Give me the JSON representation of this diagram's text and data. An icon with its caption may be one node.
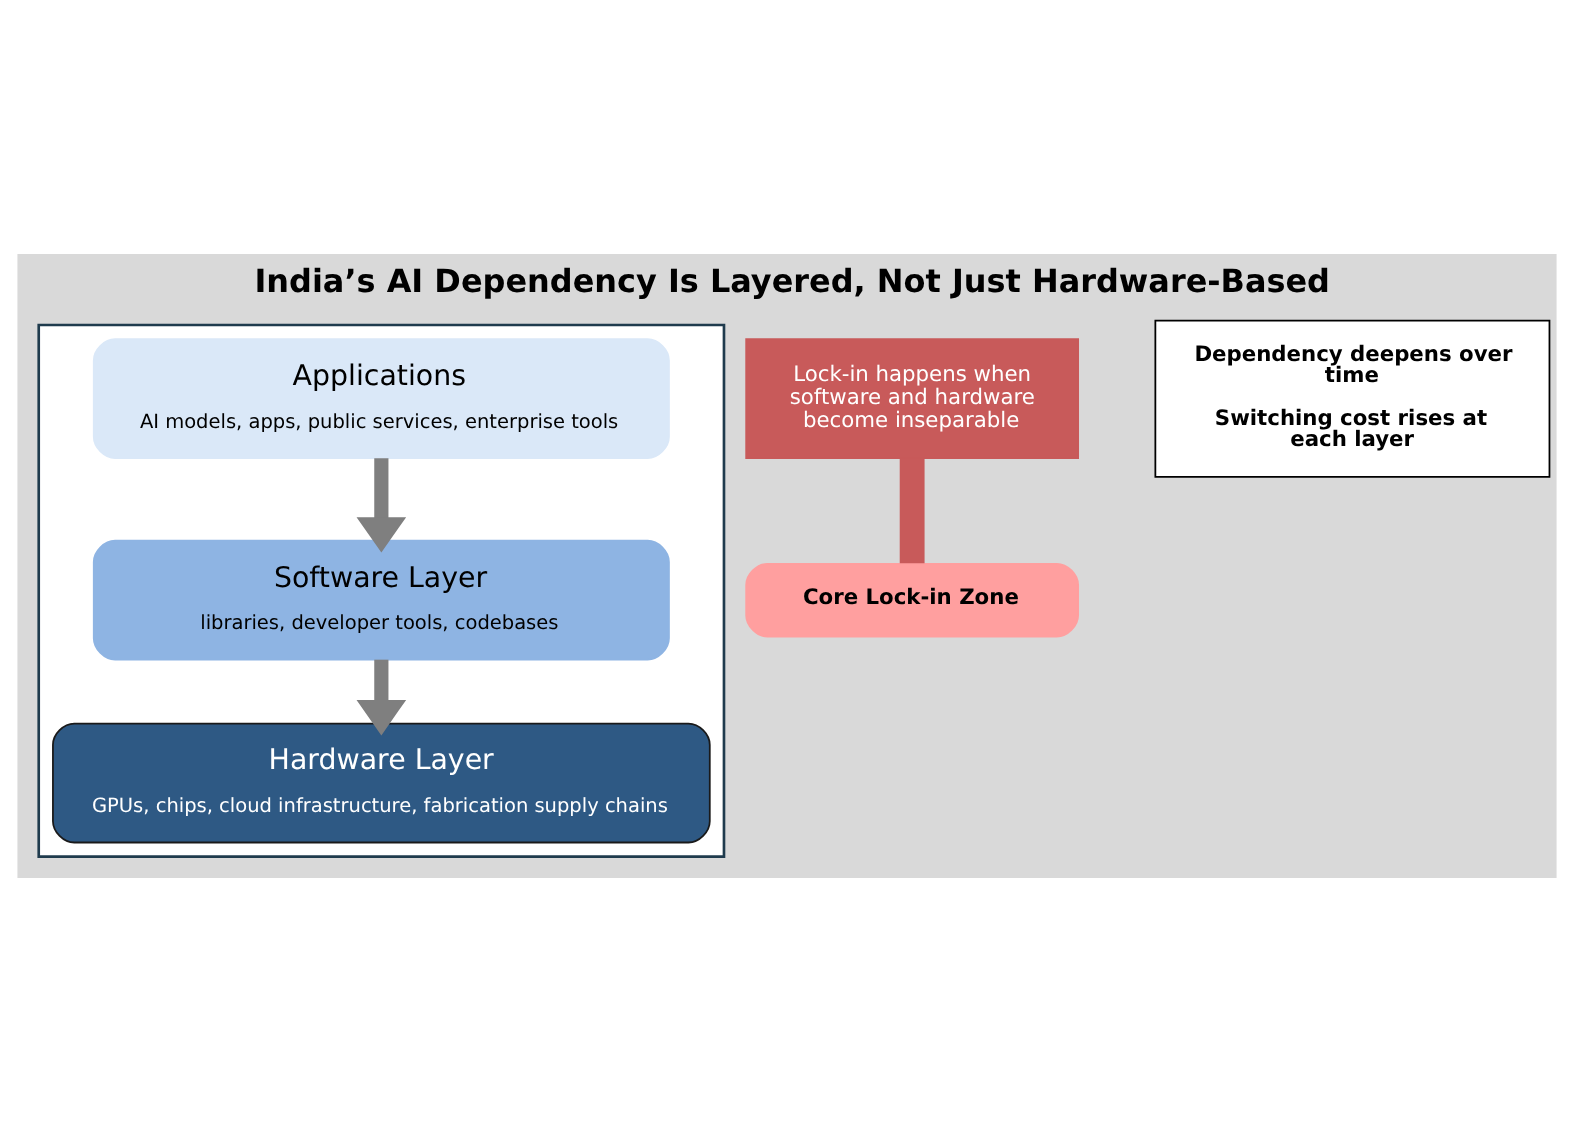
{
  "diagram": {
    "title": "India’s AI Dependency Is Layered, Not Just Hardware-Based",
    "nodes": [
      {
        "text": [],
        "shape": "box"
      },
      {
        "text": [
          "Applications",
          "AI models, apps, public services, enterprise tools"
        ],
        "in": 0
      },
      {
        "text": [
          "Software Layer",
          "libraries, developer tools, codebases"
        ],
        "in": 0
      },
      {
        "text": [
          "Hardware Layer",
          "GPUs, chips, cloud infrastructure, fabrication supply chains"
        ],
        "in": 0
      },
      {
        "text": [
          "Core Lock-in Zone"
        ]
      },
      {
        "text": [
          "Dependency deepens over time",
          "Switching cost rises at each layer"
        ]
      },
      {
        "text": [
          "Lock-in happens when software and hardware become inseparable"
        ]
      }
    ],
    "edges": [
      {
        "from": 1,
        "to": 2,
        "arrow": "to"
      },
      {
        "from": 2,
        "to": 3,
        "arrow": "to"
      },
      {
        "from": 6,
        "to": 4,
        "arrow": "none"
      }
    ]
  }
}
